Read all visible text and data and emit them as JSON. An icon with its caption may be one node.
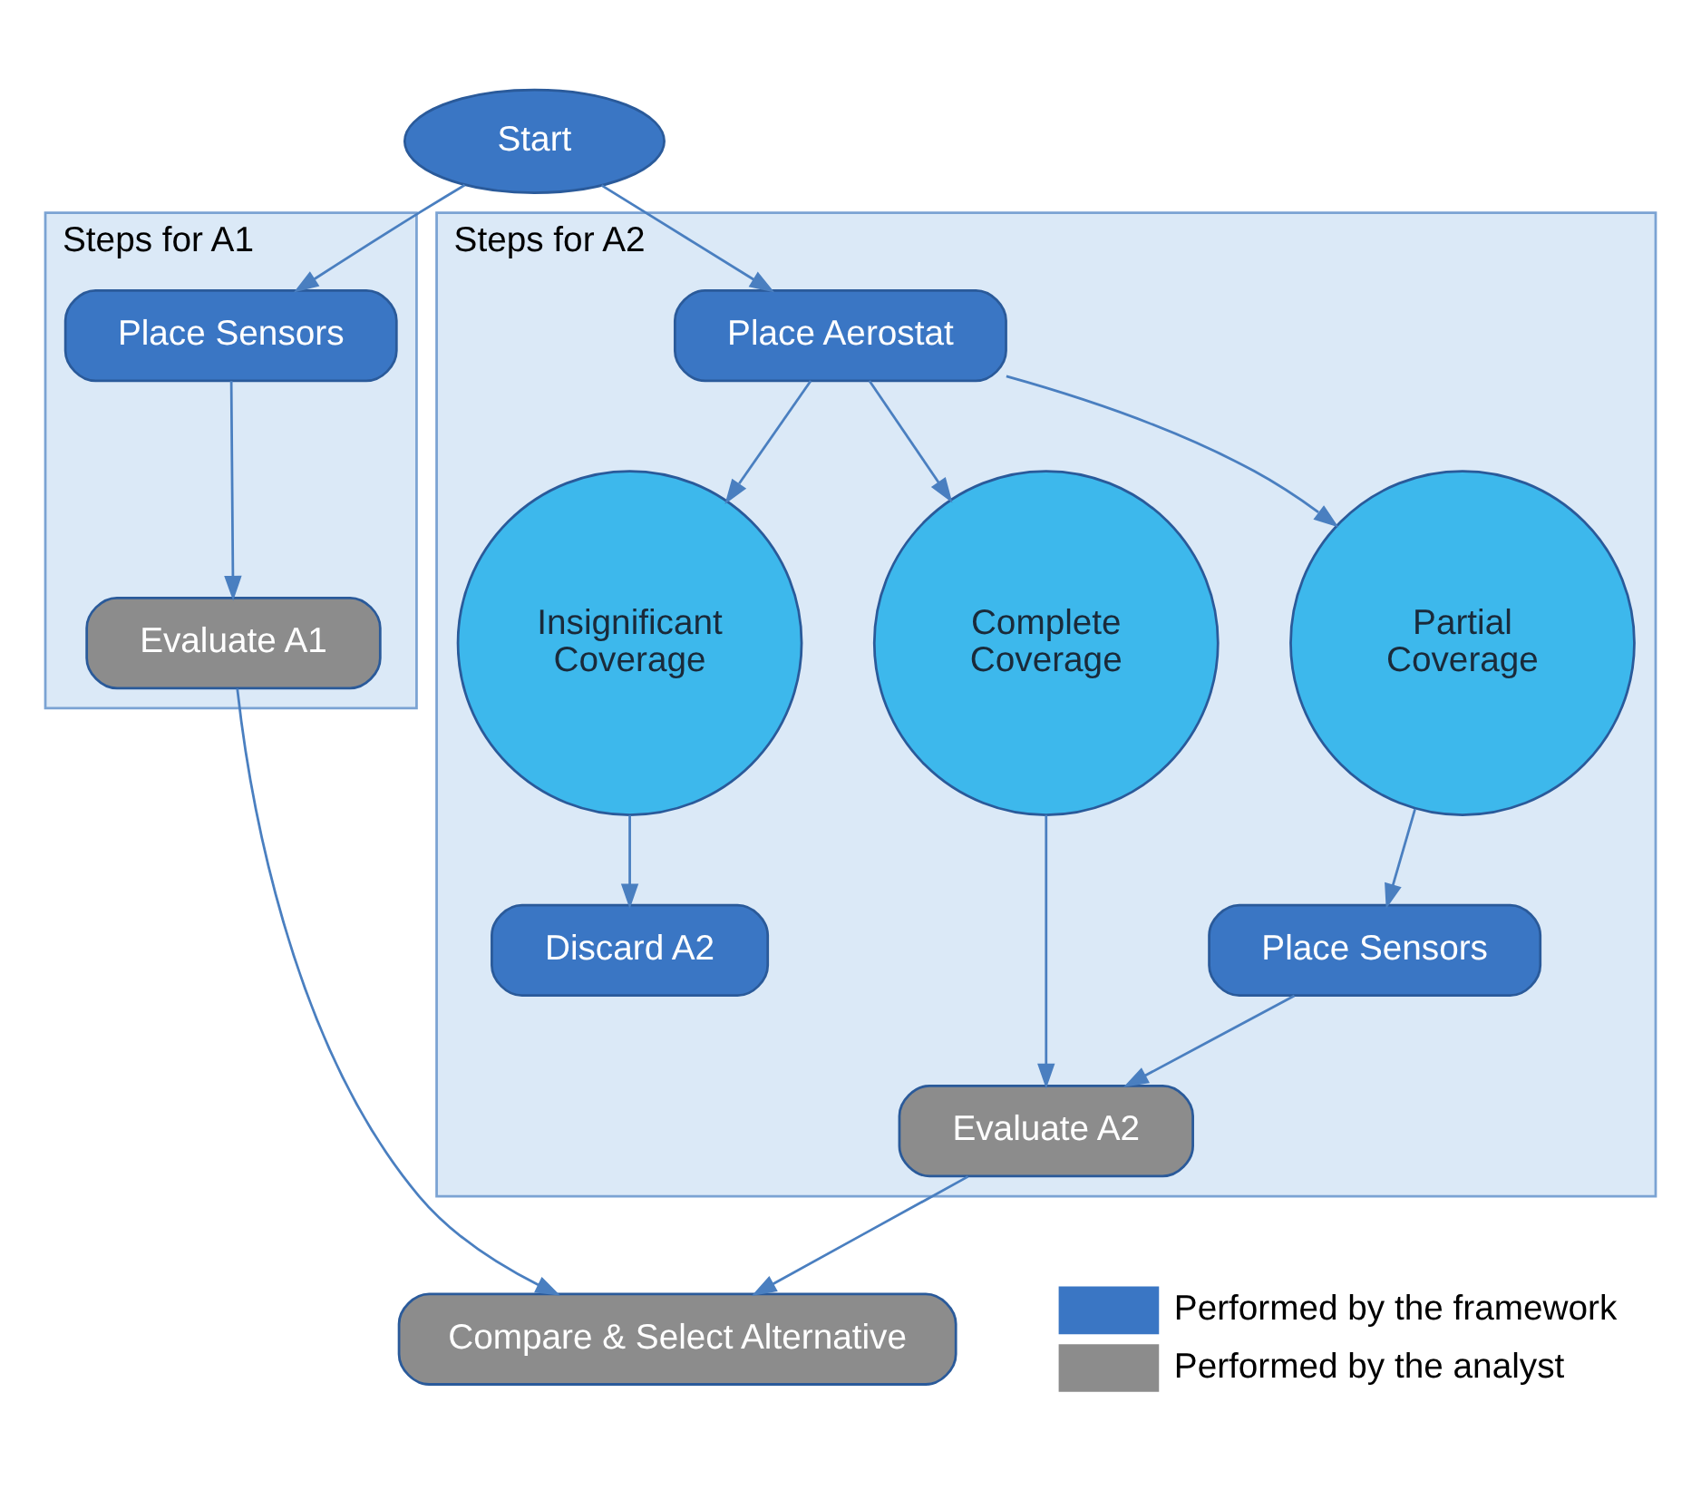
{
  "diagram": {
    "nodes": [
      {
        "text": [
          "Start"
        ]
      },
      {
        "text": [
          "Steps for A1"
        ]
      },
      {
        "text": [
          "Place Sensors"
        ],
        "in": 1
      },
      {
        "text": [
          "Evaluate A1"
        ],
        "in": 1
      },
      {
        "text": [
          "Steps for A2"
        ]
      },
      {
        "text": [
          "Place Aerostat"
        ],
        "in": 4
      },
      {
        "text": [
          "Insignificant Coverage"
        ],
        "in": 4
      },
      {
        "text": [
          "Complete Coverage"
        ],
        "in": 4
      },
      {
        "text": [
          "Partial Coverage"
        ],
        "in": 4
      },
      {
        "text": [
          "Discard A2"
        ],
        "in": 4
      },
      {
        "text": [
          "Place Sensors"
        ],
        "in": 4
      },
      {
        "text": [
          "Evaluate A2"
        ],
        "in": 4
      },
      {
        "text": [
          "Compare & Select Alternative"
        ]
      }
    ],
    "edges": [
      {
        "from": 0,
        "to": 2,
        "arrow": "to"
      },
      {
        "from": 0,
        "to": 5,
        "arrow": "to"
      },
      {
        "from": 2,
        "to": 3,
        "arrow": "to"
      },
      {
        "from": 5,
        "to": 6,
        "arrow": "to"
      },
      {
        "from": 5,
        "to": 7,
        "arrow": "to"
      },
      {
        "from": 5,
        "to": 8,
        "arrow": "to"
      },
      {
        "from": 6,
        "to": 9,
        "arrow": "to"
      },
      {
        "from": 8,
        "to": 10,
        "arrow": "to"
      },
      {
        "from": 7,
        "to": 11,
        "arrow": "to"
      },
      {
        "from": 10,
        "to": 11,
        "arrow": "to"
      },
      {
        "from": 3,
        "to": 12,
        "arrow": "to"
      },
      {
        "from": 11,
        "to": 12,
        "arrow": "to"
      }
    ],
    "legend": [
      {
        "text": "Performed by the framework",
        "color": "#3a76c4"
      },
      {
        "text": "Performed by the analyst",
        "color": "#8c8c8c"
      }
    ]
  }
}
